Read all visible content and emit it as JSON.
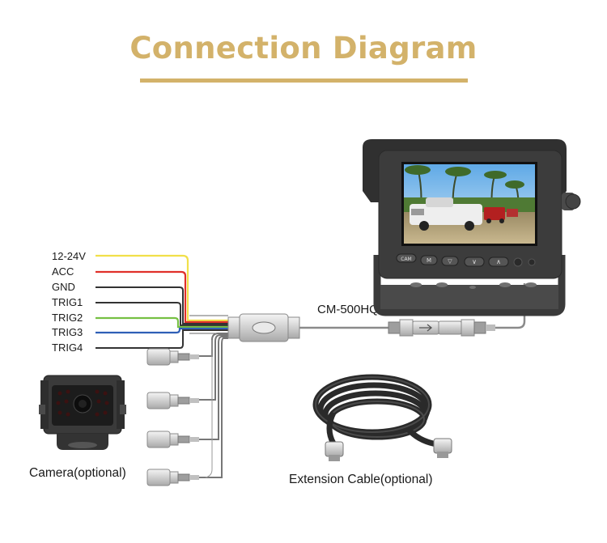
{
  "title": "Connection Diagram",
  "colors": {
    "title_gold": "#d3b26a",
    "wire_yellow": "#f1e04a",
    "wire_red": "#e0302a",
    "wire_black": "#333333",
    "wire_green": "#76c043",
    "wire_blue": "#2f5fb6",
    "connector_silver": "#d7d7d7",
    "monitor_body": "#3c3c3c"
  },
  "wires": [
    {
      "label": "12-24V",
      "color_key": "wire_yellow"
    },
    {
      "label": "ACC",
      "color_key": "wire_red"
    },
    {
      "label": "GND",
      "color_key": "wire_black"
    },
    {
      "label": "TRIG1",
      "color_key": "wire_black"
    },
    {
      "label": "TRIG2",
      "color_key": "wire_green"
    },
    {
      "label": "TRIG3",
      "color_key": "wire_blue"
    },
    {
      "label": "TRIG4",
      "color_key": "wire_black"
    }
  ],
  "model_label": "CM-500HQ",
  "camera_label": "Camera(optional)",
  "extension_label": "Extension Cable(optional)",
  "monitor": {
    "button_icons": [
      "menu-icon",
      "mode-icon",
      "down-arrow-icon",
      "down-icon",
      "up-icon"
    ],
    "button_texts": [
      "CAM",
      "M",
      "▽",
      "∨",
      "∧"
    ]
  }
}
